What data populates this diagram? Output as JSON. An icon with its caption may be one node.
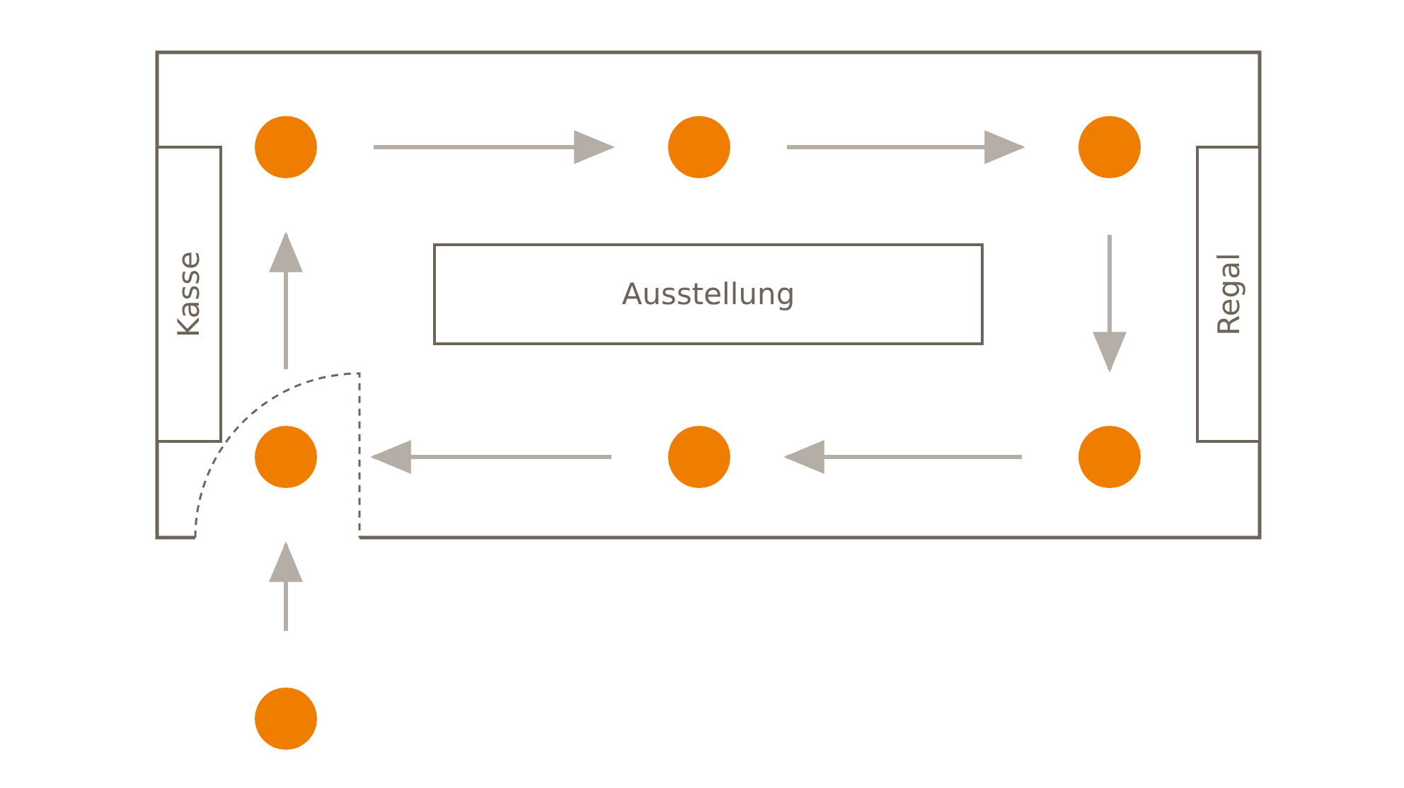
{
  "diagram": {
    "nodes": [
      {
        "text": [],
        "shape": "box"
      },
      {
        "text": [],
        "shape": "circle",
        "in": 0
      },
      {
        "text": [],
        "shape": "circle",
        "in": 0
      },
      {
        "text": [],
        "shape": "circle",
        "in": 0
      },
      {
        "text": [
          "Kasse"
        ],
        "in": 0
      },
      {
        "text": [
          "Ausstellung"
        ],
        "in": 0
      },
      {
        "text": [
          "Regal"
        ],
        "in": 0
      },
      {
        "text": [],
        "shape": "circle",
        "in": 0
      },
      {
        "text": [],
        "shape": "circle",
        "in": 0
      },
      {
        "text": [],
        "shape": "circle",
        "in": 0
      },
      {
        "text": [],
        "shape": "circle"
      }
    ],
    "edges": [
      {
        "from": 10,
        "to": 7,
        "arrow": "to"
      },
      {
        "from": 7,
        "to": 1,
        "arrow": "to"
      },
      {
        "from": 1,
        "to": 2,
        "arrow": "to"
      },
      {
        "from": 2,
        "to": 3,
        "arrow": "to"
      },
      {
        "from": 3,
        "to": 9,
        "arrow": "to"
      },
      {
        "from": 9,
        "to": 8,
        "arrow": "to"
      },
      {
        "from": 8,
        "to": 7,
        "arrow": "to"
      }
    ]
  }
}
